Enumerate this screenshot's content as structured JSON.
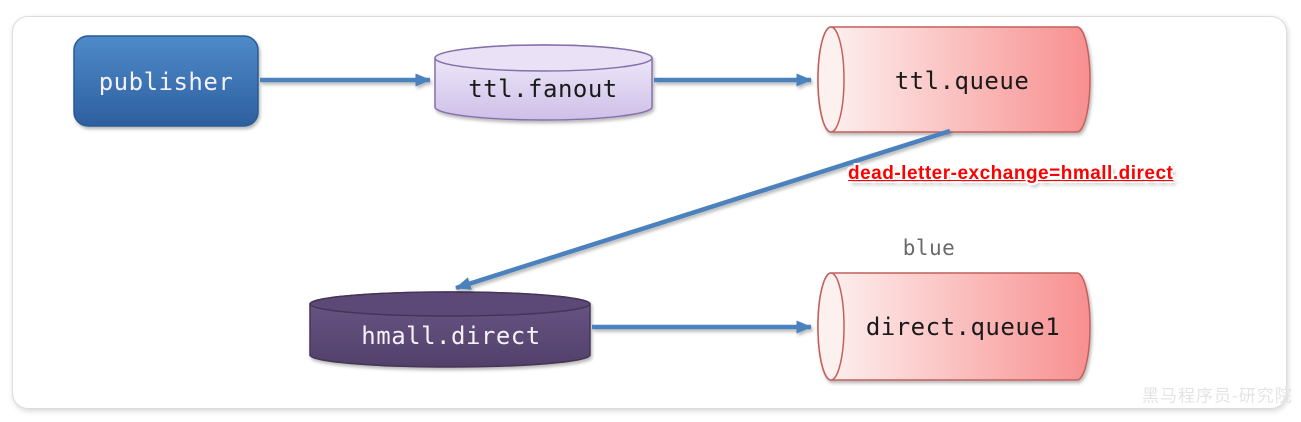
{
  "nodes": {
    "publisher": {
      "label": "publisher",
      "type": "publisher-client",
      "shape": "rounded-rect",
      "fill": "#3a72b4",
      "text_color": "#ffffff"
    },
    "ttl_fanout": {
      "label": "ttl.fanout",
      "type": "fanout-exchange",
      "shape": "cylinder-vertical",
      "fill": "#dccfef",
      "text_color": "#1a1a1a"
    },
    "ttl_queue": {
      "label": "ttl.queue",
      "type": "queue",
      "shape": "cylinder-horizontal",
      "fill": "#f89a9a",
      "text_color": "#1a1a1a"
    },
    "hmall_direct": {
      "label": "hmall.direct",
      "type": "direct-exchange",
      "shape": "cylinder-vertical",
      "fill": "#5e4b79",
      "text_color": "#f4f1f8"
    },
    "direct_queue1": {
      "label": "direct.queue1",
      "type": "queue",
      "shape": "cylinder-horizontal",
      "fill": "#f89a9a",
      "text_color": "#1a1a1a"
    }
  },
  "annotations": {
    "dead_letter": {
      "text": "dead-letter-exchange=hmall.direct",
      "color": "#fe0000"
    },
    "binding_key": {
      "text": "blue",
      "color": "#696969"
    },
    "watermark": {
      "text": "黑马程序员-研究院",
      "color": "#e4e4e4"
    }
  },
  "edges": [
    {
      "from": "publisher",
      "to": "ttl.fanout"
    },
    {
      "from": "ttl.fanout",
      "to": "ttl.queue"
    },
    {
      "from": "ttl.queue",
      "to": "hmall.direct"
    },
    {
      "from": "hmall.direct",
      "to": "direct.queue1"
    }
  ],
  "style": {
    "arrow_color": "#4b81bd",
    "canvas_border": "#dcdcdc",
    "background": "#ffffff"
  }
}
